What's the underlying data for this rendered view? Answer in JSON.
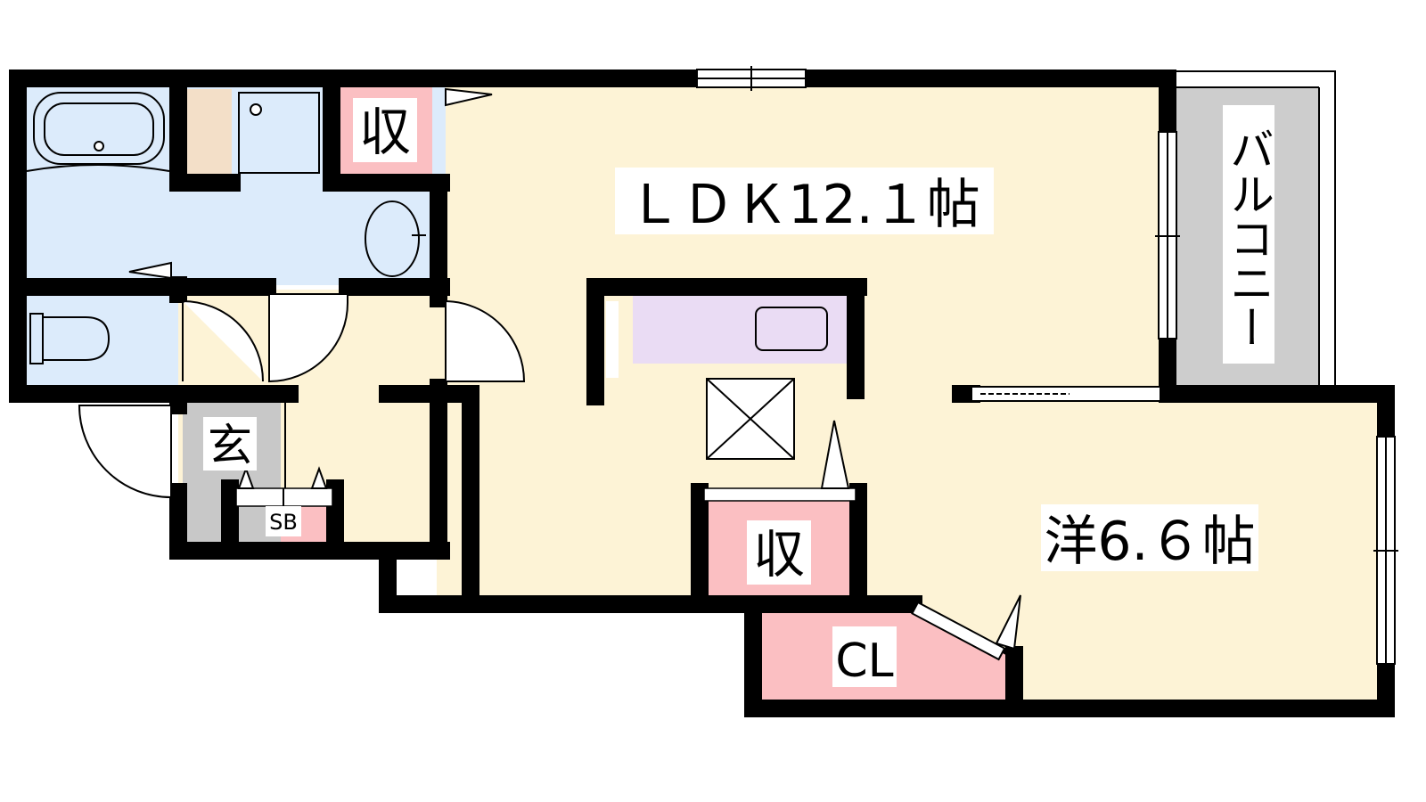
{
  "rooms": {
    "ldk": "ＬＤＫ12.１帖",
    "western": "洋6.６帖",
    "storage_top": "収",
    "storage_mid": "収",
    "closet": "CL",
    "entrance": "玄",
    "shoe_box": "SB",
    "balcony": "バルコニー"
  },
  "colors": {
    "wall": "#000000",
    "living": "#fdf3d6",
    "wet_area": "#dcebfb",
    "storage": "#fbbfc2",
    "entrance": "#c8c8c8",
    "balcony": "#cdcdcd",
    "kitchen": "#eadcf4",
    "shelf": "#f3dfc8"
  }
}
